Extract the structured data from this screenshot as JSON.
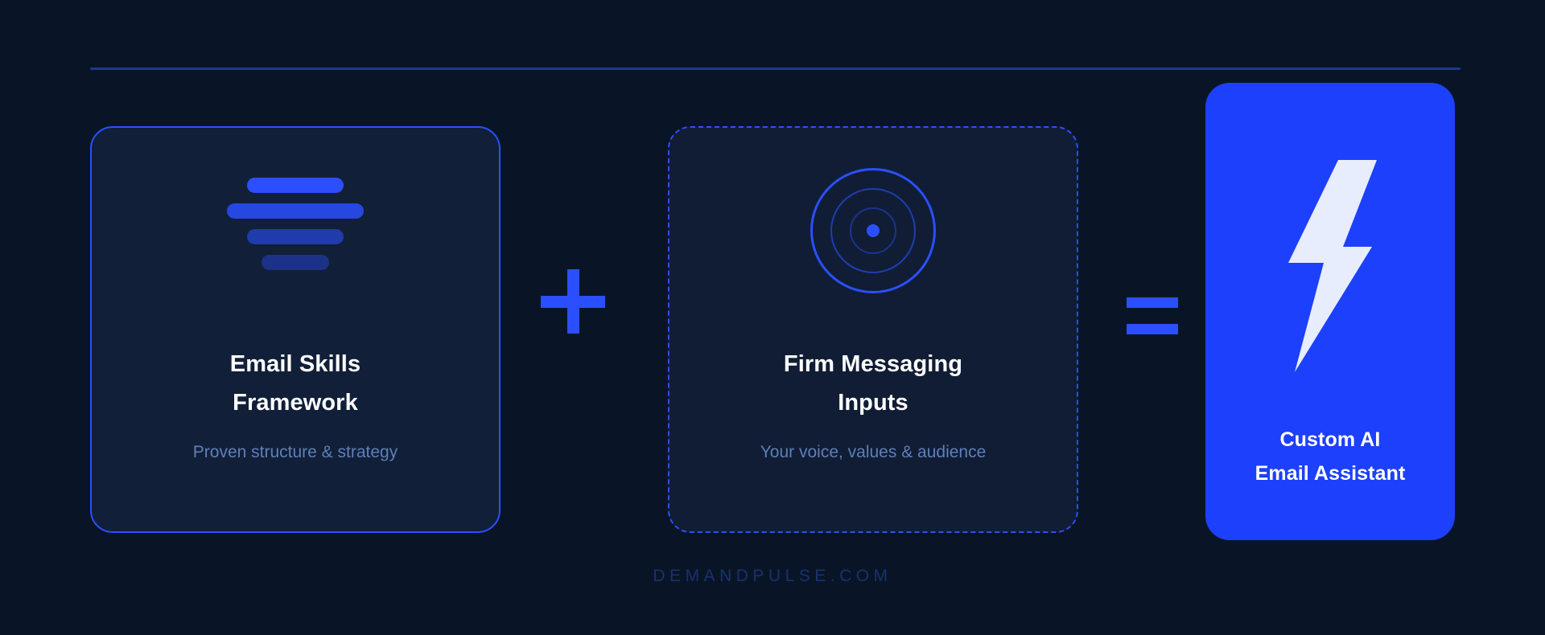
{
  "theme": {
    "background": "#091527",
    "card_fill": "#111f38",
    "accent_blue": "#2b4fff",
    "filled_card_bg": "#1d40fc",
    "bolt_color": "#e8edfd",
    "title_color": "#ffffff",
    "subtitle_color": "#5f7fb8",
    "divider_color": "#1d3c86",
    "watermark_color": "#17326e"
  },
  "divider": {
    "present": true
  },
  "cards": [
    {
      "id": "email-skills-framework",
      "style": "solid-outline",
      "icon": "stacked-bars-icon",
      "title": "Email Skills\nFramework",
      "subtitle": "Proven structure & strategy"
    },
    {
      "id": "firm-messaging-inputs",
      "style": "dashed-outline",
      "icon": "radar-target-icon",
      "title": "Firm Messaging\nInputs",
      "subtitle": "Your voice, values & audience"
    },
    {
      "id": "custom-ai-email-assistant",
      "style": "filled",
      "icon": "lightning-bolt-icon",
      "title": "Custom AI\nEmail Assistant",
      "subtitle": ""
    }
  ],
  "operators": {
    "plus": "+",
    "equals": "="
  },
  "watermark": "DEMANDPULSE.COM"
}
